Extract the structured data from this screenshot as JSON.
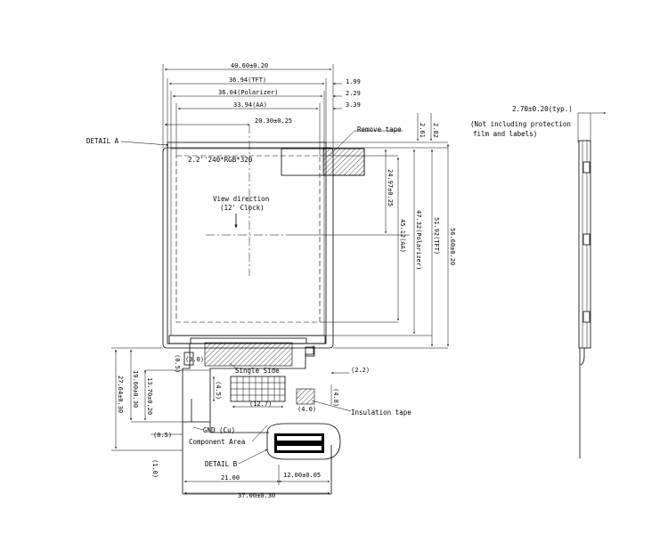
{
  "dimensions": {
    "overall_width": "40.60±0.20",
    "tft_width": "36.94(TFT)",
    "polarizer_width": "36.04(Polarizer)",
    "aa_width": "33.94(AA)",
    "center_offset": "20.30±0.25",
    "gap_1": "1.99",
    "gap_2": "2.29",
    "gap_3": "3.39",
    "top_gap_1": "2.61",
    "top_gap_2": "2.82",
    "center_vertical": "24.97±0.25",
    "aa_height": "45.12(AA)",
    "polarizer_height": "47.32(Polarizer)",
    "tft_height": "51.92(TFT)",
    "overall_height": "56.60±0.20",
    "fpc_height_1": "27.64±0.30",
    "fpc_height_2": "19.60±0.30",
    "fpc_height_3": "13.70±0.20",
    "d_3_0": "(3.0)",
    "d_0_5_left": "(0.5)",
    "d_4_5": "(4.5)",
    "d_12_7": "(12.7)",
    "d_4_0": "(4.0)",
    "d_4_8": "(4.8)",
    "d_2_2": "(2.2)",
    "d_0_5_bottom": "(0.5)",
    "d_1_0": "(1.0)",
    "bottom_21": "21.00",
    "bottom_12": "12.00±0.05",
    "bottom_overall": "37.00±0.30",
    "thickness": "2.70±0.20(typ.)"
  },
  "labels": {
    "detail_a": "DETAIL A",
    "remove_tape": "Remove tape",
    "lcd_spec": "2.2''240*RGB*320",
    "view_direction": "View direction",
    "view_clock": "(12' Clock)",
    "single_side": "Single Side",
    "insulation_tape": "Insulation tape",
    "gnd": "GND (Cu)",
    "component_area": "Component Area",
    "detail_b": "DETAIL B",
    "thickness_note_1": "(Not including protection",
    "thickness_note_2": "film and labels)"
  }
}
